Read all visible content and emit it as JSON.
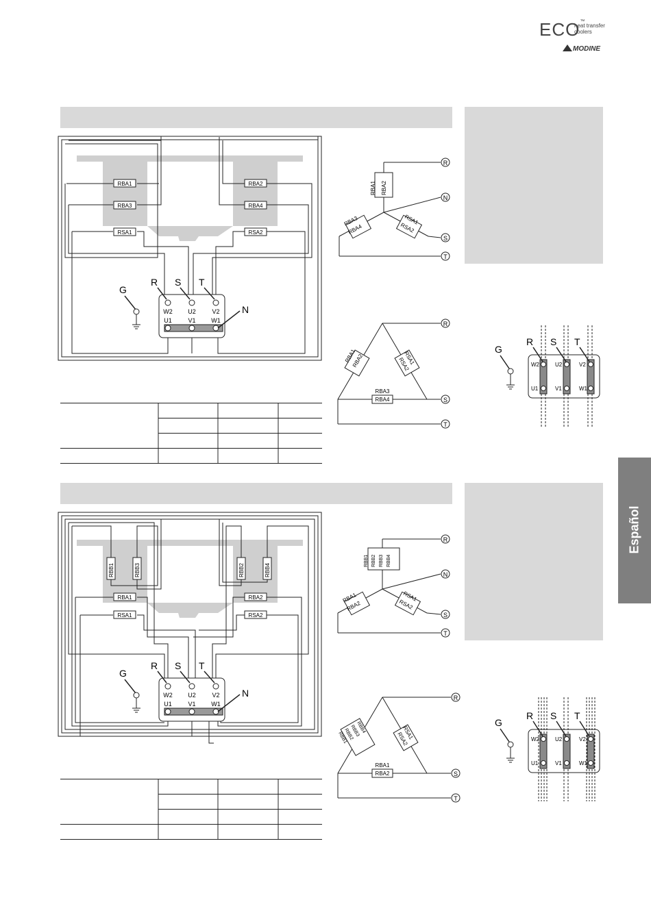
{
  "header": {
    "brand": "ECO",
    "brand_tm": "™",
    "brand_sub_line1": "heat transfer",
    "brand_sub_line2": "coolers",
    "logo_text": "MODINE"
  },
  "language_tab": "Español",
  "phase_labels": {
    "r": "R",
    "s": "S",
    "t": "T",
    "n": "N",
    "g": "G"
  },
  "terminal_labels": {
    "w2": "W2",
    "u2": "U2",
    "v2": "V2",
    "u1": "U1",
    "v1": "V1",
    "w1": "W1"
  },
  "section1": {
    "element_labels": [
      "RBA1",
      "RBA2",
      "RBA3",
      "RBA4",
      "RSA1",
      "RSA2"
    ]
  },
  "section2": {
    "element_labels": [
      "RBB1",
      "RBB3",
      "RBB2",
      "RBB4",
      "RBA1",
      "RBA2",
      "RSA1",
      "RSA2"
    ],
    "star_labels": [
      "RBB1",
      "RBB2",
      "RBB3",
      "RBB4"
    ],
    "delta_left_labels": [
      "RBB1",
      "RBB2",
      "RBB3",
      "RBB4"
    ]
  }
}
